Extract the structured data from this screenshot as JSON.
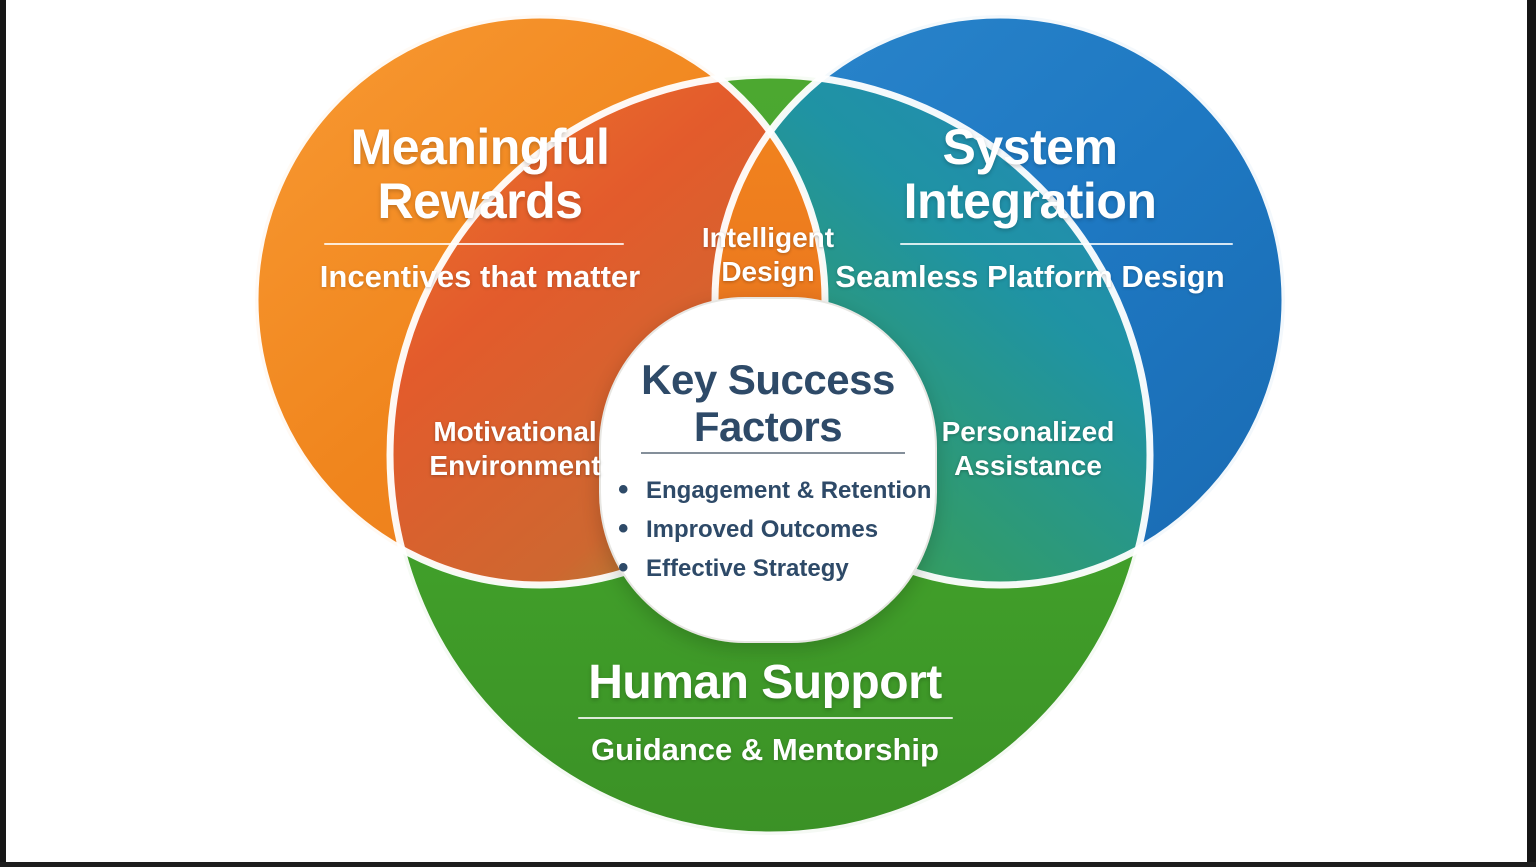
{
  "venn": {
    "circles": [
      {
        "id": "meaningful-rewards",
        "title": "Meaningful Rewards",
        "subtitle": "Incentives that matter",
        "color": "#F0851D"
      },
      {
        "id": "system-integration",
        "title": "System Integration",
        "subtitle": "Seamless Platform Design",
        "color": "#1E78C2"
      },
      {
        "id": "human-support",
        "title": "Human Support",
        "subtitle": "Guidance & Mentorship",
        "color": "#41A02A"
      }
    ],
    "overlaps": [
      {
        "between": "rewards-integration",
        "label": "Intelligent Design"
      },
      {
        "between": "rewards-support",
        "label": "Motivational Environment"
      },
      {
        "between": "integration-support",
        "label": "Personalized Assistance"
      }
    ],
    "center": {
      "title": "Key Success Factors",
      "bullets": [
        "Engagement & Retention",
        "Improved Outcomes",
        "Effective Strategy"
      ],
      "text_color": "#2E4A68"
    }
  }
}
